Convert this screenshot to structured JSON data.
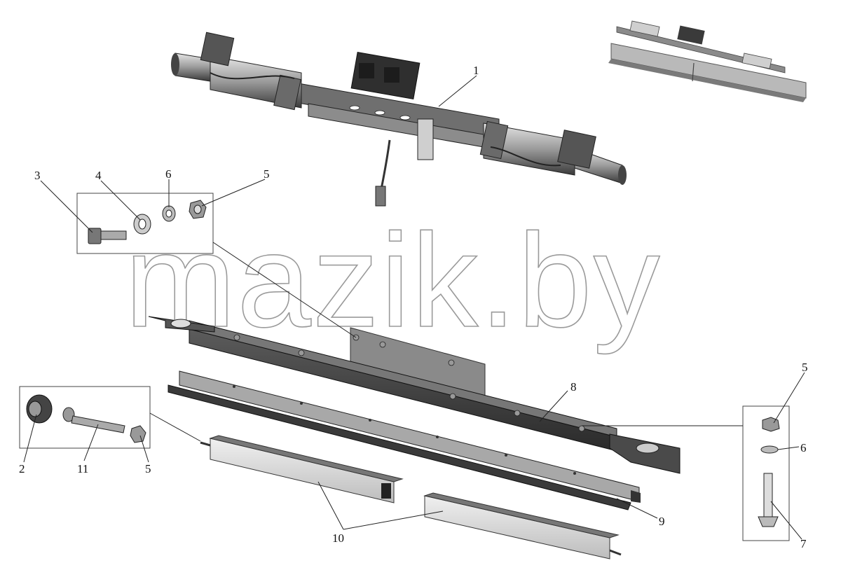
{
  "watermark": "mazik.by",
  "callouts": {
    "c1": "1",
    "c2": "2",
    "c3": "3",
    "c4": "4",
    "c5_top": "5",
    "c5_left": "5",
    "c5_right": "5",
    "c6_top": "6",
    "c6_right": "6",
    "c7": "7",
    "c8": "8",
    "c9": "9",
    "c10": "10",
    "c11": "11"
  }
}
